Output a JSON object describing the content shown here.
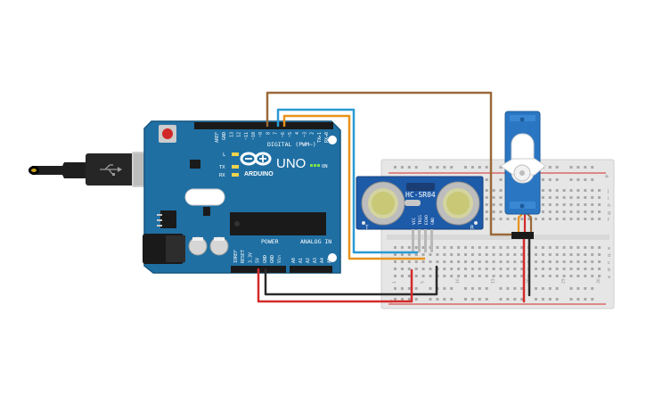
{
  "colors": {
    "board": "#1f6fa3",
    "board_edge": "#15557f",
    "breadboard": "#e6e6e6",
    "wire_black": "#2b2b2b",
    "wire_red": "#d42a2a",
    "wire_brown": "#9a6a3a",
    "wire_blue": "#2a9ad4",
    "wire_orange": "#e8921a",
    "servo_body": "#2b76c2",
    "sensor_board": "#1d5aa8"
  },
  "icons": [
    "usb-plug-icon",
    "reset-button-icon",
    "arduino-logo-icon",
    "on-led-icon"
  ],
  "arduino": {
    "brand": "ARDUINO",
    "model": "UNO",
    "digital_label": "DIGITAL (PWM~)",
    "digital_pins": [
      "AREF",
      "GND",
      "13",
      "12",
      "~11",
      "~10",
      "~9",
      "8",
      "7",
      "~6",
      "~5",
      "4",
      "~3",
      "2",
      "TX▸1",
      "RX◂0"
    ],
    "power_label": "POWER",
    "analog_label": "ANALOG IN",
    "power_pins": [
      "IOREF",
      "RESET",
      "3.3V",
      "5V",
      "GND",
      "GND",
      "Vin"
    ],
    "analog_pins": [
      "A0",
      "A1",
      "A2",
      "A3",
      "A4",
      "A5"
    ],
    "led_labels": [
      "L",
      "TX",
      "RX"
    ],
    "on_label": "ON"
  },
  "sensor": {
    "model": "HC-SR04",
    "pins": [
      "VCC",
      "TRIG",
      "ECHO",
      "GND"
    ],
    "left_mark": "T",
    "right_mark": "R"
  },
  "breadboard": {
    "row_letters_top": [
      "j",
      "i",
      "h",
      "g",
      "f"
    ],
    "row_letters_bottom": [
      "e",
      "d",
      "c",
      "b",
      "a"
    ],
    "column_numbers": [
      "1",
      "5",
      "10",
      "15",
      "20",
      "25",
      "30"
    ],
    "rail_marks": [
      "+",
      "-"
    ]
  }
}
